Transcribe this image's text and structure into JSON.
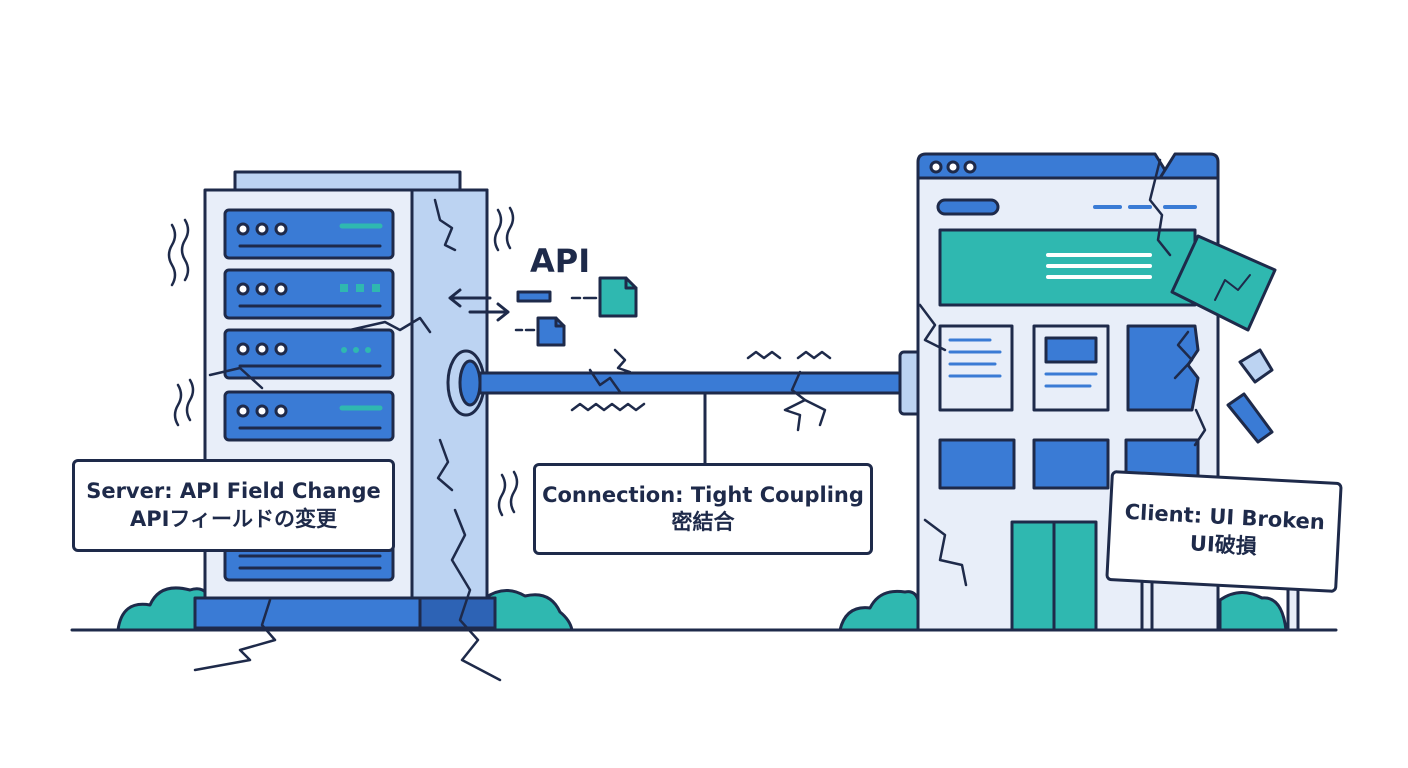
{
  "server": {
    "label_en": "Server: API Field Change",
    "label_ja": "APIフィールドの変更"
  },
  "connection": {
    "label_en": "Connection: Tight Coupling",
    "label_ja": "密結合"
  },
  "client": {
    "label_en": "Client: UI Broken",
    "label_ja": "UI破損"
  },
  "api_tag": "API",
  "colors": {
    "ink": "#1e2a4a",
    "blue": "#3a7bd5",
    "light_blue": "#bcd3f2",
    "pale_blue": "#e8eef9",
    "teal": "#2fb8b0",
    "bg": "#ffffff"
  },
  "icons": [
    "document-icon",
    "arrow-icon",
    "vibration-icon",
    "crack-icon"
  ]
}
